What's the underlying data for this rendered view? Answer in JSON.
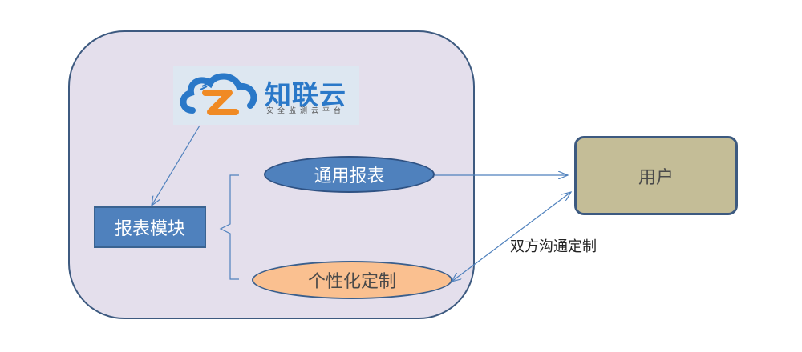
{
  "logo": {
    "title": "知联云",
    "subtitle": "安全监测云平台"
  },
  "nodes": {
    "report_module": "报表模块",
    "general_report": "通用报表",
    "custom_report": "个性化定制",
    "user": "用户"
  },
  "edges": {
    "two_way_label": "双方沟通定制"
  },
  "colors": {
    "system_fill": "#e4dfec",
    "system_border": "#3d5a80",
    "module_fill": "#4f81bd",
    "custom_fill": "#fac090",
    "user_fill": "#c4bd97",
    "arrow": "#4f81bd"
  }
}
